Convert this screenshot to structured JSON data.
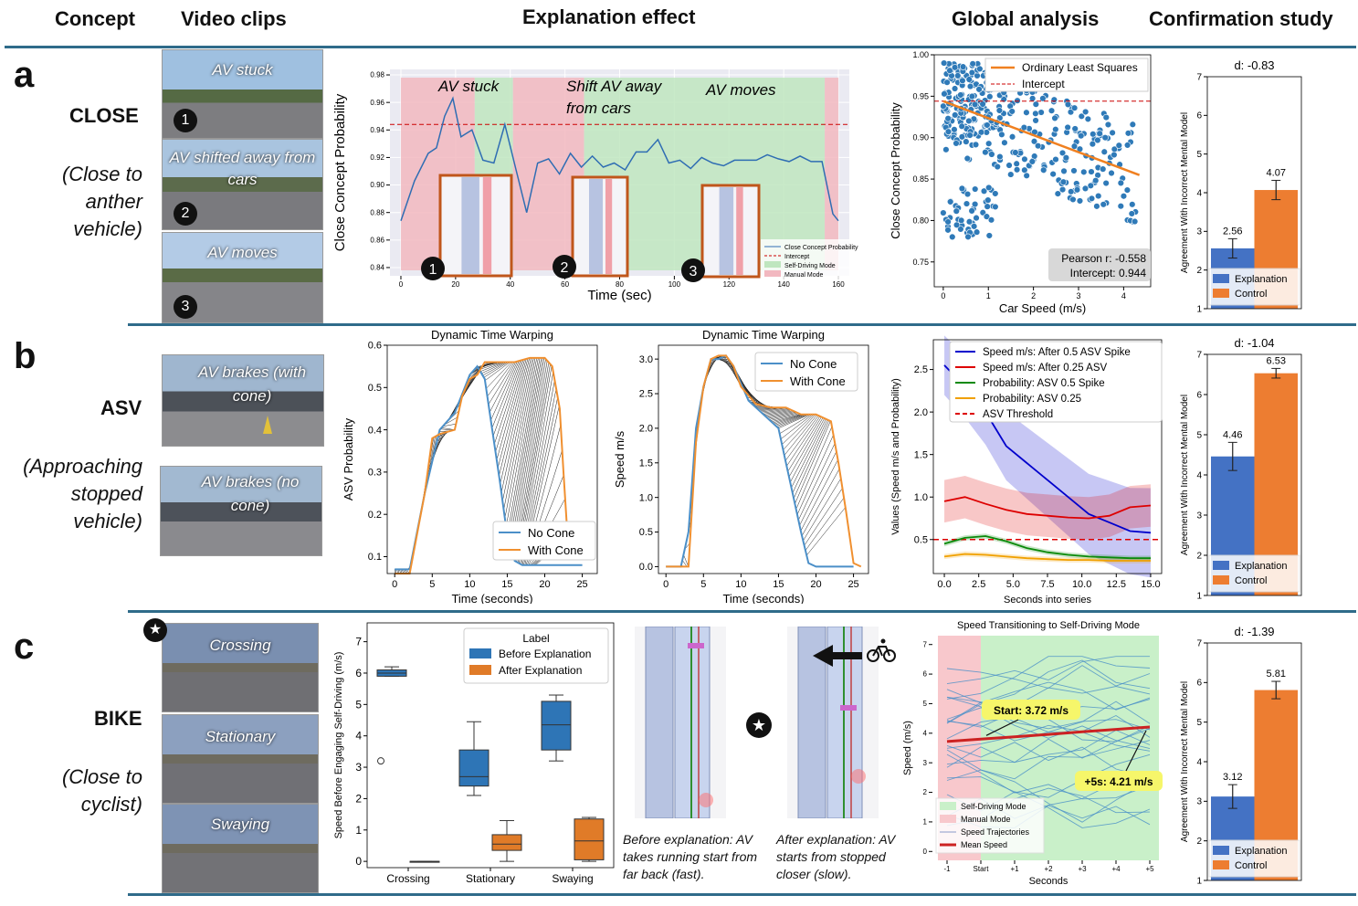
{
  "headers": {
    "concept": "Concept",
    "clips": "Video clips",
    "effect": "Explanation effect",
    "global": "Global analysis",
    "confirm": "Confirmation study"
  },
  "rows": {
    "a": {
      "letter": "a",
      "concept": "CLOSE",
      "sub": [
        "(Close to",
        "anther",
        "vehicle)"
      ],
      "clips": [
        "AV stuck",
        "AV shifted away from cars",
        "AV moves"
      ],
      "badges": [
        "1",
        "2",
        "3"
      ]
    },
    "b": {
      "letter": "b",
      "concept": "ASV",
      "sub": [
        "(Approaching",
        "stopped",
        "vehicle)"
      ],
      "clips": [
        "AV brakes (with cone)",
        "AV brakes (no cone)"
      ]
    },
    "c": {
      "letter": "c",
      "concept": "BIKE",
      "sub": [
        "(Close to",
        "cyclist)"
      ],
      "clips": [
        "Crossing",
        "Stationary",
        "Swaying"
      ],
      "star": "★"
    }
  },
  "captions": {
    "before": "Before explanation: AV takes running start from far back (fast).",
    "after": "After explanation: AV starts from stopped closer (slow)."
  },
  "chart_data": [
    {
      "id": "a_effect",
      "type": "line",
      "xlabel": "Time (sec)",
      "ylabel": "Close Concept Probability",
      "xlim": [
        0,
        160
      ],
      "ylim": [
        0.84,
        0.98
      ],
      "xticks": [
        0,
        20,
        40,
        60,
        80,
        100,
        120,
        140,
        160
      ],
      "yticks": [
        0.84,
        0.86,
        0.88,
        0.9,
        0.92,
        0.94,
        0.96,
        0.98
      ],
      "intercept": 0.944,
      "annotations": [
        "AV stuck",
        "Shift AV away from cars",
        "AV moves"
      ],
      "markers": [
        "1",
        "2",
        "3"
      ],
      "legend": [
        "Close Concept Probability",
        "Intercept",
        "Self-Driving Mode",
        "Manual Mode"
      ],
      "regions": [
        {
          "mode": "manual",
          "x": [
            0,
            27
          ]
        },
        {
          "mode": "self",
          "x": [
            27,
            41
          ]
        },
        {
          "mode": "manual",
          "x": [
            41,
            67
          ]
        },
        {
          "mode": "self",
          "x": [
            67,
            155
          ]
        },
        {
          "mode": "manual",
          "x": [
            155,
            160
          ]
        }
      ],
      "x": [
        0,
        5,
        10,
        13,
        16,
        19,
        22,
        26,
        30,
        34,
        38,
        42,
        46,
        50,
        54,
        58,
        62,
        66,
        70,
        74,
        78,
        82,
        86,
        90,
        94,
        98,
        102,
        106,
        110,
        114,
        118,
        122,
        126,
        130,
        134,
        138,
        142,
        146,
        150,
        154,
        158,
        160
      ],
      "y": [
        0.874,
        0.903,
        0.923,
        0.927,
        0.95,
        0.963,
        0.935,
        0.94,
        0.918,
        0.916,
        0.944,
        0.912,
        0.88,
        0.916,
        0.919,
        0.908,
        0.923,
        0.913,
        0.921,
        0.913,
        0.916,
        0.911,
        0.924,
        0.924,
        0.933,
        0.916,
        0.918,
        0.912,
        0.92,
        0.916,
        0.914,
        0.918,
        0.918,
        0.918,
        0.922,
        0.919,
        0.917,
        0.921,
        0.917,
        0.917,
        0.879,
        0.874
      ]
    },
    {
      "id": "a_global",
      "type": "scatter",
      "xlabel": "Car Speed (m/s)",
      "ylabel": "Close Concept Probability",
      "xlim": [
        -0.2,
        4.6
      ],
      "ylim": [
        0.72,
        1.0
      ],
      "xticks": [
        0,
        1,
        2,
        3,
        4
      ],
      "yticks": [
        0.75,
        0.8,
        0.85,
        0.9,
        0.95,
        1.0
      ],
      "legend": [
        "Ordinary Least Squares",
        "Intercept"
      ],
      "pearson": "Pearson r: -0.558",
      "intercept_text": "Intercept: 0.944",
      "ols": {
        "intercept": 0.944,
        "slope": -0.0205
      }
    },
    {
      "id": "a_confirm",
      "type": "bar",
      "title": "d: -0.83",
      "ylabel": "Agreement With Incorrect Mental Model",
      "ylim": [
        1,
        7
      ],
      "yticks": [
        1,
        2,
        3,
        4,
        5,
        6,
        7
      ],
      "series": [
        {
          "name": "Explanation",
          "value": 2.56,
          "err": 0.25,
          "color": "#4472c4"
        },
        {
          "name": "Control",
          "value": 4.07,
          "err": 0.25,
          "color": "#ed7d31"
        }
      ]
    },
    {
      "id": "b_dtw1",
      "type": "line",
      "title": "Dynamic Time Warping",
      "xlabel": "Time (seconds)",
      "ylabel": "ASV Probability",
      "xlim": [
        -1,
        27
      ],
      "ylim": [
        0.06,
        0.6
      ],
      "xticks": [
        0,
        5,
        10,
        15,
        20,
        25
      ],
      "yticks": [
        0.1,
        0.2,
        0.3,
        0.4,
        0.5,
        0.6
      ],
      "series": [
        {
          "name": "No Cone",
          "x": [
            0,
            2,
            4,
            6,
            8,
            10,
            11,
            12,
            13,
            14,
            15,
            16,
            17,
            25
          ],
          "y": [
            0.07,
            0.07,
            0.25,
            0.4,
            0.44,
            0.53,
            0.55,
            0.52,
            0.4,
            0.28,
            0.15,
            0.09,
            0.08,
            0.08
          ]
        },
        {
          "name": "With Cone",
          "x": [
            0,
            2,
            4,
            5,
            6,
            8,
            9,
            10,
            11,
            12,
            14,
            16,
            18,
            20,
            21,
            22,
            22.5,
            23,
            26
          ],
          "y": [
            0.06,
            0.06,
            0.25,
            0.38,
            0.39,
            0.4,
            0.48,
            0.52,
            0.53,
            0.56,
            0.56,
            0.56,
            0.57,
            0.57,
            0.55,
            0.45,
            0.3,
            0.16,
            0.16
          ]
        }
      ]
    },
    {
      "id": "b_dtw2",
      "type": "line",
      "title": "Dynamic Time Warping",
      "xlabel": "Time (seconds)",
      "ylabel": "Speed m/s",
      "xlim": [
        -1,
        27
      ],
      "ylim": [
        -0.1,
        3.2
      ],
      "xticks": [
        0,
        5,
        10,
        15,
        20,
        25
      ],
      "yticks": [
        0.0,
        0.5,
        1.0,
        1.5,
        2.0,
        2.5,
        3.0
      ],
      "series": [
        {
          "name": "No Cone",
          "x": [
            0,
            2,
            3,
            4,
            5,
            6,
            7,
            8,
            9,
            11,
            13,
            15,
            16,
            17,
            18,
            19,
            20,
            25
          ],
          "y": [
            0,
            0,
            0.5,
            2.0,
            2.6,
            3.0,
            3.0,
            3.05,
            2.9,
            2.4,
            2.2,
            2.0,
            1.5,
            1.0,
            0.5,
            0.05,
            0,
            0
          ]
        },
        {
          "name": "With Cone",
          "x": [
            0,
            2,
            3,
            4,
            5,
            6,
            7,
            8,
            9,
            10,
            12,
            14,
            16,
            18,
            20,
            22,
            23,
            24,
            25,
            26
          ],
          "y": [
            0,
            0,
            0,
            1.8,
            2.6,
            3.0,
            3.05,
            3.05,
            2.9,
            2.6,
            2.35,
            2.3,
            2.3,
            2.2,
            2.2,
            2.1,
            1.5,
            0.8,
            0.05,
            0
          ]
        }
      ]
    },
    {
      "id": "b_global",
      "type": "line",
      "xlabel": "Seconds into series",
      "ylabel": "Values (Speed m/s and Probability)",
      "xlim": [
        -0.8,
        15.8
      ],
      "ylim": [
        0.1,
        2.85
      ],
      "xticks": [
        0.0,
        2.5,
        5.0,
        7.5,
        10.0,
        12.5,
        15.0
      ],
      "yticks": [
        0.5,
        1.0,
        1.5,
        2.0,
        2.5
      ],
      "threshold": 0.5,
      "series": [
        {
          "name": "Speed m/s: After 0.5 ASV Spike",
          "color": "#0000cc",
          "y": [
            2.55,
            2.3,
            2.0,
            1.6,
            1.4,
            1.2,
            1.0,
            0.8,
            0.7,
            0.6,
            0.58
          ]
        },
        {
          "name": "Speed m/s: After 0.25 ASV",
          "color": "#dd0000",
          "y": [
            0.95,
            1.0,
            0.92,
            0.85,
            0.8,
            0.78,
            0.76,
            0.75,
            0.78,
            0.88,
            0.9
          ]
        },
        {
          "name": "Probability: ASV 0.5 Spike",
          "color": "#0a8a0a",
          "y": [
            0.45,
            0.52,
            0.54,
            0.48,
            0.4,
            0.35,
            0.32,
            0.3,
            0.29,
            0.28,
            0.28
          ]
        },
        {
          "name": "Probability: ASV 0.25",
          "color": "#f0a000",
          "y": [
            0.3,
            0.33,
            0.32,
            0.3,
            0.28,
            0.27,
            0.26,
            0.26,
            0.25,
            0.25,
            0.25
          ]
        },
        {
          "name": "ASV Threshold",
          "color": "#dd0000"
        }
      ],
      "x": [
        0,
        1.5,
        3,
        4.5,
        6,
        7.5,
        9,
        10.5,
        12,
        13.5,
        15
      ]
    },
    {
      "id": "b_confirm",
      "type": "bar",
      "title": "d: -1.04",
      "ylabel": "Agreement With Incorrect Mental Model",
      "ylim": [
        1,
        7
      ],
      "yticks": [
        1,
        2,
        3,
        4,
        5,
        6,
        7
      ],
      "series": [
        {
          "name": "Explanation",
          "value": 4.46,
          "err": 0.35,
          "color": "#4472c4"
        },
        {
          "name": "Control",
          "value": 6.53,
          "err": 0.12,
          "color": "#ed7d31"
        }
      ]
    },
    {
      "id": "c_box",
      "type": "box",
      "ylabel": "Speed Before Engaging Self-Driving (m/s)",
      "categories": [
        "Crossing",
        "Stationary",
        "Swaying"
      ],
      "ylim": [
        -0.2,
        7.6
      ],
      "yticks": [
        0,
        1,
        2,
        3,
        4,
        5,
        6,
        7
      ],
      "legend_title": "Label",
      "series": [
        {
          "name": "Before Explanation",
          "color": "#2e75b6",
          "boxes": [
            {
              "min": 5.9,
              "q1": 5.9,
              "med": 6.0,
              "q3": 6.1,
              "max": 6.2,
              "out": [
                3.2
              ]
            },
            {
              "min": 2.1,
              "q1": 2.4,
              "med": 2.7,
              "q3": 3.55,
              "max": 4.45
            },
            {
              "min": 3.2,
              "q1": 3.55,
              "med": 4.35,
              "q3": 5.1,
              "max": 5.3
            }
          ]
        },
        {
          "name": "After Explanation",
          "color": "#e07b28",
          "boxes": [
            {
              "min": 0,
              "q1": 0,
              "med": 0,
              "q3": 0,
              "max": 0
            },
            {
              "min": 0,
              "q1": 0.35,
              "med": 0.55,
              "q3": 0.85,
              "max": 1.3
            },
            {
              "min": 0,
              "q1": 0.05,
              "med": 0.65,
              "q3": 1.35,
              "max": 1.4
            }
          ]
        }
      ]
    },
    {
      "id": "c_global",
      "type": "line",
      "title": "Speed Transitioning to Self-Driving Mode",
      "xlabel": "Seconds",
      "ylabel": "Speed (m/s)",
      "categories": [
        "-1",
        "Start",
        "+1",
        "+2",
        "+3",
        "+4",
        "+5"
      ],
      "ylim": [
        -0.3,
        7.3
      ],
      "yticks": [
        0,
        1,
        2,
        3,
        4,
        5,
        6,
        7
      ],
      "legend": [
        "Self-Driving Mode",
        "Manual Mode",
        "Speed Trajectories",
        "Mean Speed"
      ],
      "mean": [
        3.72,
        3.8,
        3.88,
        3.96,
        4.05,
        4.13,
        4.21
      ],
      "ann_start": "Start: 3.72 m/s",
      "ann_end": "+5s: 4.21 m/s"
    },
    {
      "id": "c_confirm",
      "type": "bar",
      "title": "d: -1.39",
      "ylabel": "Agreement With Incorrect Mental Model",
      "ylim": [
        1,
        7
      ],
      "yticks": [
        1,
        2,
        3,
        4,
        5,
        6,
        7
      ],
      "series": [
        {
          "name": "Explanation",
          "value": 3.12,
          "err": 0.3,
          "color": "#4472c4"
        },
        {
          "name": "Control",
          "value": 5.81,
          "err": 0.22,
          "color": "#ed7d31"
        }
      ]
    }
  ]
}
